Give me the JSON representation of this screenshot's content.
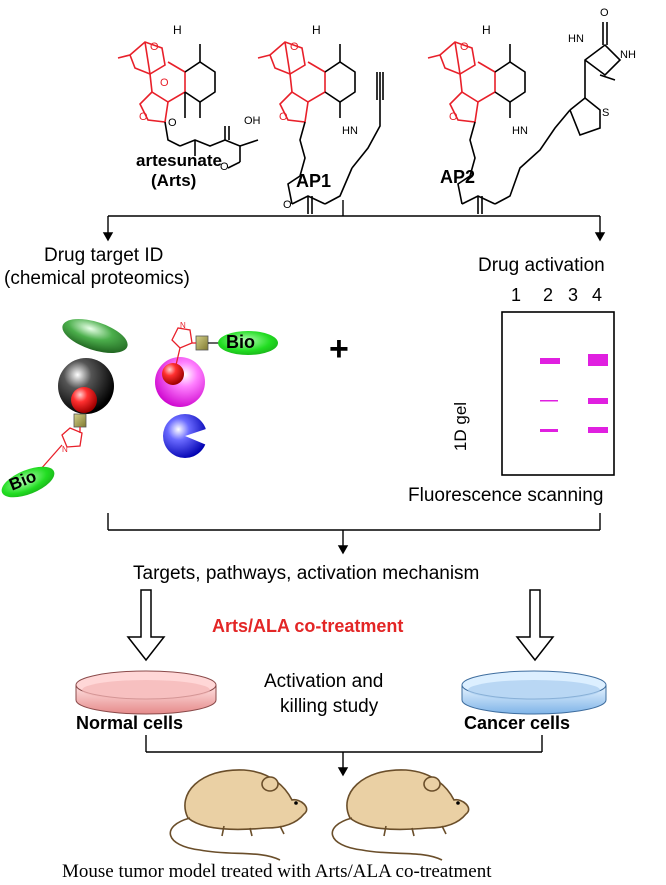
{
  "compounds": {
    "arts_name": "artesunate",
    "arts_abbr": "(Arts)",
    "ap1": "AP1",
    "ap2": "AP2",
    "atom_h": "H",
    "atom_o": "O",
    "atom_oh": "OH",
    "atom_hn": "HN",
    "atom_nh": "NH",
    "atom_s": "S"
  },
  "left_branch": {
    "title_line1": "Drug target ID",
    "title_line2": "(chemical proteomics)",
    "bio_label": "Bio",
    "triazole_n": "N"
  },
  "plus_sign": "+",
  "right_branch": {
    "title": "Drug activation",
    "lanes": [
      "1",
      "2",
      "3",
      "4"
    ],
    "gel_label": "1D  gel",
    "caption": "Fluorescence scanning"
  },
  "middle": {
    "targets_text": "Targets, pathways, activation mechanism",
    "cotreatment": "Arts/ALA co-treatment",
    "study_line1": "Activation and",
    "study_line2": "killing study",
    "normal_cells": "Normal cells",
    "cancer_cells": "Cancer cells"
  },
  "bottom": {
    "caption": "Mouse tumor model treated with Arts/ALA co-treatment"
  },
  "colors": {
    "scaffold_red": "#e8202a",
    "gel_band": "#e020e0",
    "cotreat_red": "#e32626",
    "bio_green": "#22dd22"
  }
}
